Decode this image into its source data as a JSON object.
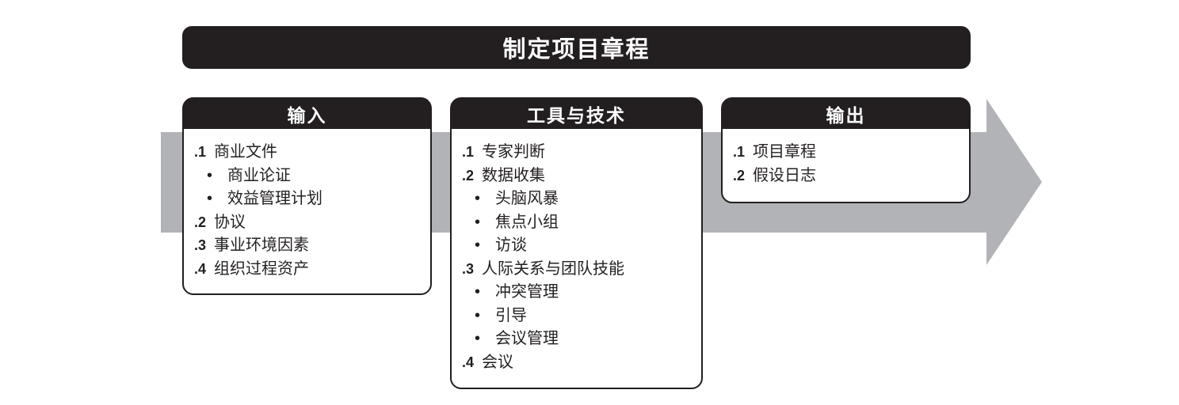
{
  "title": "制定项目章程",
  "colors": {
    "black": "#231f20",
    "gray": "#b1b3b6"
  },
  "arrow": {
    "direction": "right"
  },
  "boxes": [
    {
      "header": "输入",
      "items": [
        {
          "num": ".1",
          "text": "商业文件"
        },
        {
          "bullet": "•",
          "text": "商业论证"
        },
        {
          "bullet": "•",
          "text": "效益管理计划"
        },
        {
          "num": ".2",
          "text": "协议"
        },
        {
          "num": ".3",
          "text": "事业环境因素"
        },
        {
          "num": ".4",
          "text": "组织过程资产"
        }
      ]
    },
    {
      "header": "工具与技术",
      "items": [
        {
          "num": ".1",
          "text": "专家判断"
        },
        {
          "num": ".2",
          "text": "数据收集"
        },
        {
          "bullet": "•",
          "text": "头脑风暴"
        },
        {
          "bullet": "•",
          "text": "焦点小组"
        },
        {
          "bullet": "•",
          "text": "访谈"
        },
        {
          "num": ".3",
          "text": "人际关系与团队技能"
        },
        {
          "bullet": "•",
          "text": "冲突管理"
        },
        {
          "bullet": "•",
          "text": "引导"
        },
        {
          "bullet": "•",
          "text": "会议管理"
        },
        {
          "num": ".4",
          "text": "会议"
        }
      ]
    },
    {
      "header": "输出",
      "items": [
        {
          "num": ".1",
          "text": "项目章程"
        },
        {
          "num": ".2",
          "text": "假设日志"
        }
      ]
    }
  ]
}
